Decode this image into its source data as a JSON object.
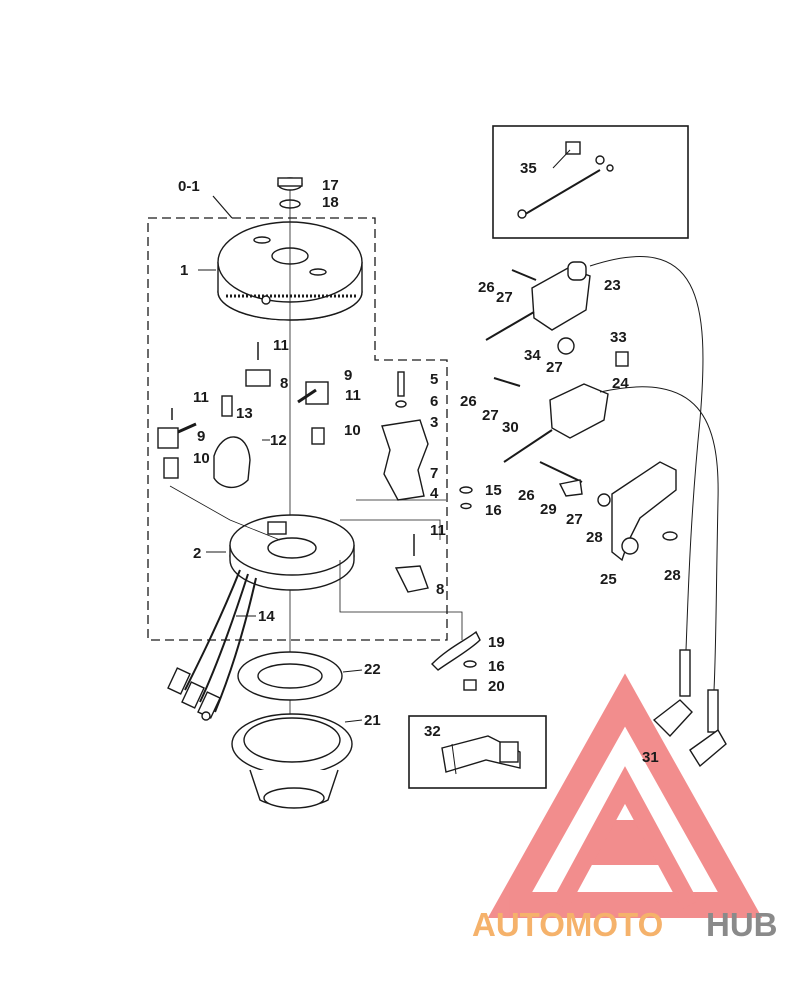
{
  "diagram": {
    "assembly_label": "0-1",
    "callouts": [
      {
        "id": "c17",
        "text": "17"
      },
      {
        "id": "c18",
        "text": "18"
      },
      {
        "id": "c1",
        "text": "1"
      },
      {
        "id": "c11a",
        "text": "11"
      },
      {
        "id": "c8a",
        "text": "8"
      },
      {
        "id": "c9a",
        "text": "9"
      },
      {
        "id": "c11b",
        "text": "11"
      },
      {
        "id": "c11c",
        "text": "11"
      },
      {
        "id": "c13",
        "text": "13"
      },
      {
        "id": "c12",
        "text": "12"
      },
      {
        "id": "c9b",
        "text": "9"
      },
      {
        "id": "c10a",
        "text": "10"
      },
      {
        "id": "c10b",
        "text": "10"
      },
      {
        "id": "c5",
        "text": "5"
      },
      {
        "id": "c6",
        "text": "6"
      },
      {
        "id": "c3",
        "text": "3"
      },
      {
        "id": "c7",
        "text": "7"
      },
      {
        "id": "c4",
        "text": "4"
      },
      {
        "id": "c15",
        "text": "15"
      },
      {
        "id": "c16a",
        "text": "16"
      },
      {
        "id": "c11d",
        "text": "11"
      },
      {
        "id": "c2",
        "text": "2"
      },
      {
        "id": "c8b",
        "text": "8"
      },
      {
        "id": "c14",
        "text": "14"
      },
      {
        "id": "c19",
        "text": "19"
      },
      {
        "id": "c16b",
        "text": "16"
      },
      {
        "id": "c20",
        "text": "20"
      },
      {
        "id": "c22",
        "text": "22"
      },
      {
        "id": "c21",
        "text": "21"
      },
      {
        "id": "c32",
        "text": "32"
      },
      {
        "id": "c35",
        "text": "35"
      },
      {
        "id": "c26a",
        "text": "26"
      },
      {
        "id": "c27a",
        "text": "27"
      },
      {
        "id": "c23",
        "text": "23"
      },
      {
        "id": "c34",
        "text": "34"
      },
      {
        "id": "c27b",
        "text": "27"
      },
      {
        "id": "c33",
        "text": "33"
      },
      {
        "id": "c24",
        "text": "24"
      },
      {
        "id": "c26b",
        "text": "26"
      },
      {
        "id": "c27c",
        "text": "27"
      },
      {
        "id": "c30",
        "text": "30"
      },
      {
        "id": "c26c",
        "text": "26"
      },
      {
        "id": "c29",
        "text": "29"
      },
      {
        "id": "c27d",
        "text": "27"
      },
      {
        "id": "c28a",
        "text": "28"
      },
      {
        "id": "c28b",
        "text": "28"
      },
      {
        "id": "c25",
        "text": "25"
      },
      {
        "id": "c31",
        "text": "31"
      }
    ]
  },
  "watermark": {
    "brand_part1": "AUTOMOTO",
    "brand_part2": "HUB",
    "color_part1": "#f5b26b",
    "color_part2": "#8a8a8a",
    "logo_color": "#f07a7a"
  }
}
